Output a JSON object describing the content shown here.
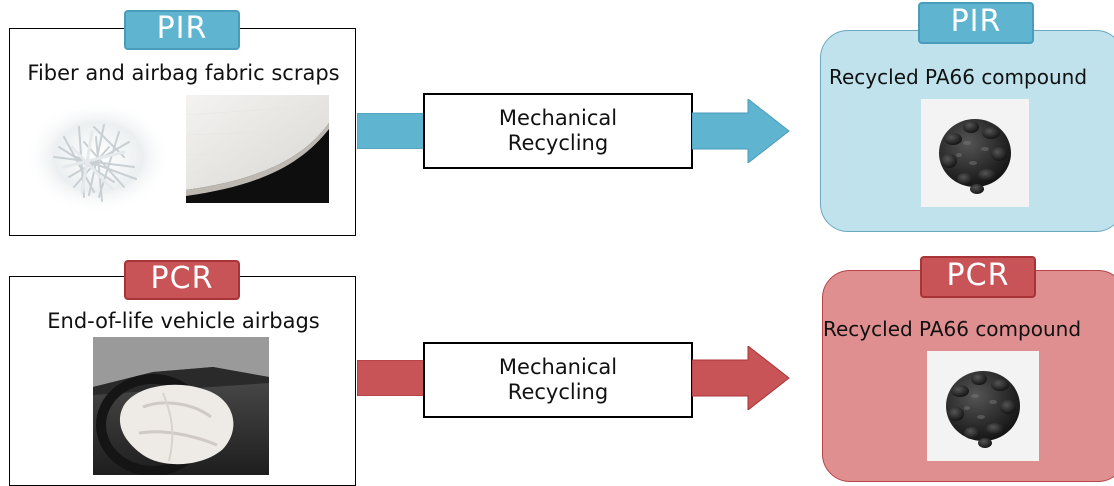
{
  "pir": {
    "tag": "PIR",
    "source_title": "Fiber and airbag fabric scraps",
    "process_line1": "Mechanical",
    "process_line2": "Recycling",
    "output_tag": "PIR",
    "output_title": "Recycled PA66 compound",
    "color": "#5fb4d0"
  },
  "pcr": {
    "tag": "PCR",
    "source_title": "End-of-life vehicle airbags",
    "process_line1": "Mechanical",
    "process_line2": "Recycling",
    "output_tag": "PCR",
    "output_title": "Recycled PA66 compound",
    "color": "#c95457"
  }
}
